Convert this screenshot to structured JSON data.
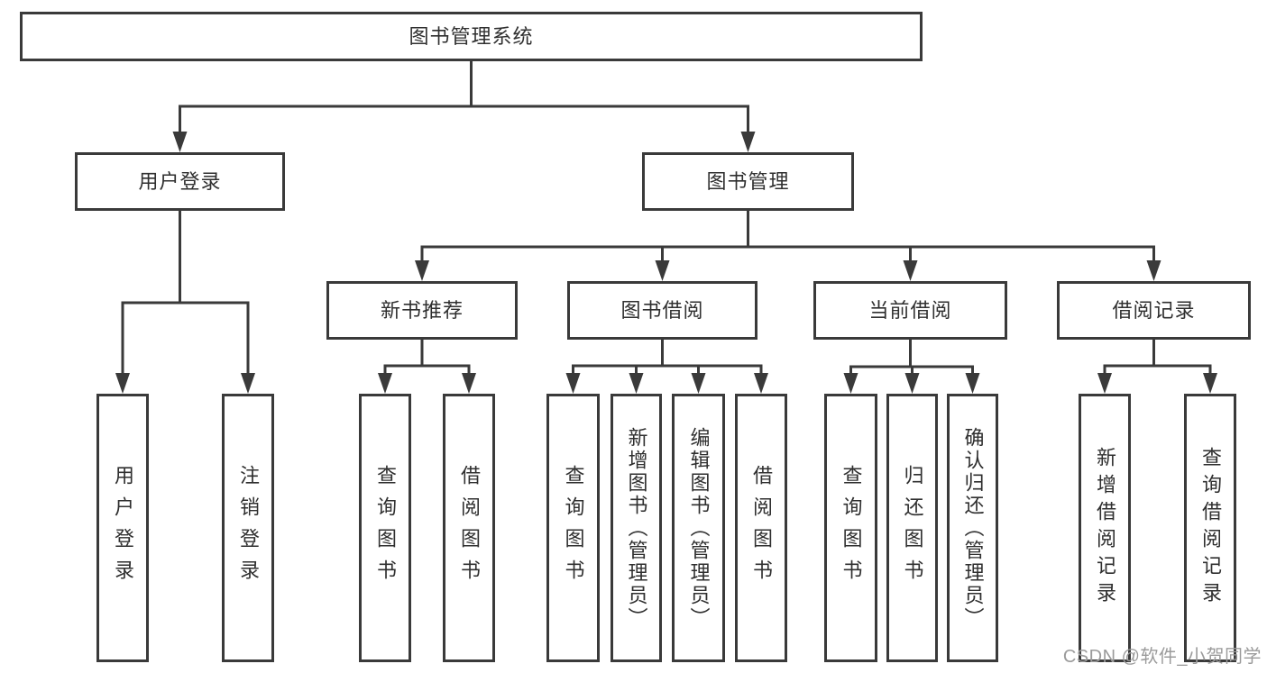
{
  "diagram_type": "hierarchy-tree",
  "colors": {
    "line": "#3a3a3a",
    "box_border": "#3a3a3a",
    "text": "#2f2f2f",
    "background": "#ffffff",
    "watermark": "#9b9b9b"
  },
  "tree": {
    "label": "图书管理系统",
    "children": [
      {
        "label": "用户登录",
        "children": [
          {
            "label": "用户登录"
          },
          {
            "label": "注销登录"
          }
        ]
      },
      {
        "label": "图书管理",
        "children": [
          {
            "label": "新书推荐",
            "children": [
              {
                "label": "查询图书"
              },
              {
                "label": "借阅图书"
              }
            ]
          },
          {
            "label": "图书借阅",
            "children": [
              {
                "label": "查询图书"
              },
              {
                "label": "新增图书（管理员）"
              },
              {
                "label": "编辑图书（管理员）"
              },
              {
                "label": "借阅图书"
              }
            ]
          },
          {
            "label": "当前借阅",
            "children": [
              {
                "label": "查询图书"
              },
              {
                "label": "归还图书"
              },
              {
                "label": "确认归还（管理员）"
              }
            ]
          },
          {
            "label": "借阅记录",
            "children": [
              {
                "label": "新增借阅记录"
              },
              {
                "label": "查询借阅记录"
              }
            ]
          }
        ]
      }
    ]
  },
  "watermark": {
    "text": "CSDN @软件_小贺同学"
  }
}
